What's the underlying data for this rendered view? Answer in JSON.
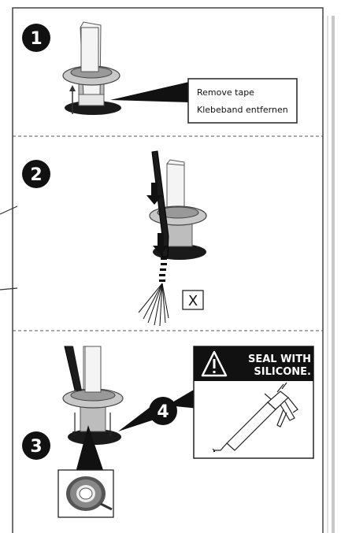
{
  "steps": [
    {
      "number": "1",
      "callout_line1": "Remove tape",
      "callout_line2": "Klebeband entfernen"
    },
    {
      "number": "2",
      "mark": "X"
    },
    {
      "number": "3"
    },
    {
      "number": "4"
    }
  ],
  "warning": {
    "line1": "SEAL WITH",
    "line2": "SILICONE."
  }
}
